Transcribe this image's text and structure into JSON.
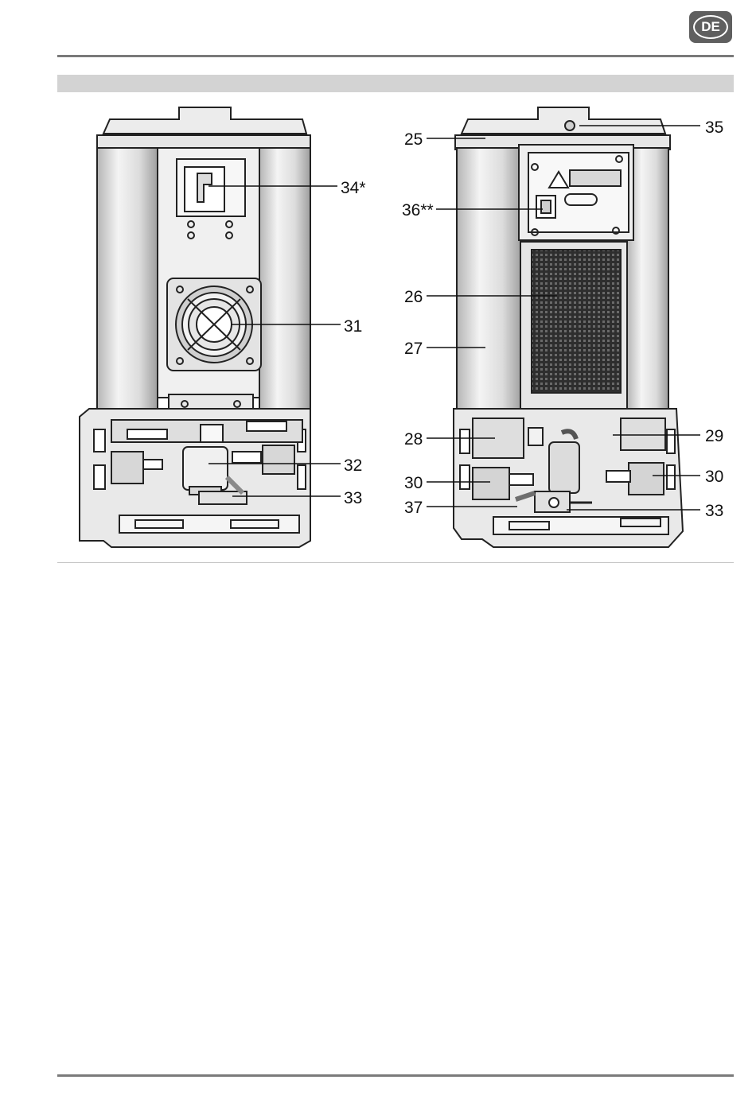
{
  "header": {
    "language_badge": "DE"
  },
  "figure": {
    "callouts": {
      "c25": "25",
      "c35": "35",
      "c34": "34*",
      "c36": "36**",
      "c26": "26",
      "c31": "31",
      "c27": "27",
      "c28": "28",
      "c29": "29",
      "c32": "32",
      "c30a": "30",
      "c30b": "30",
      "c33a": "33",
      "c33b": "33",
      "c37": "37"
    }
  }
}
